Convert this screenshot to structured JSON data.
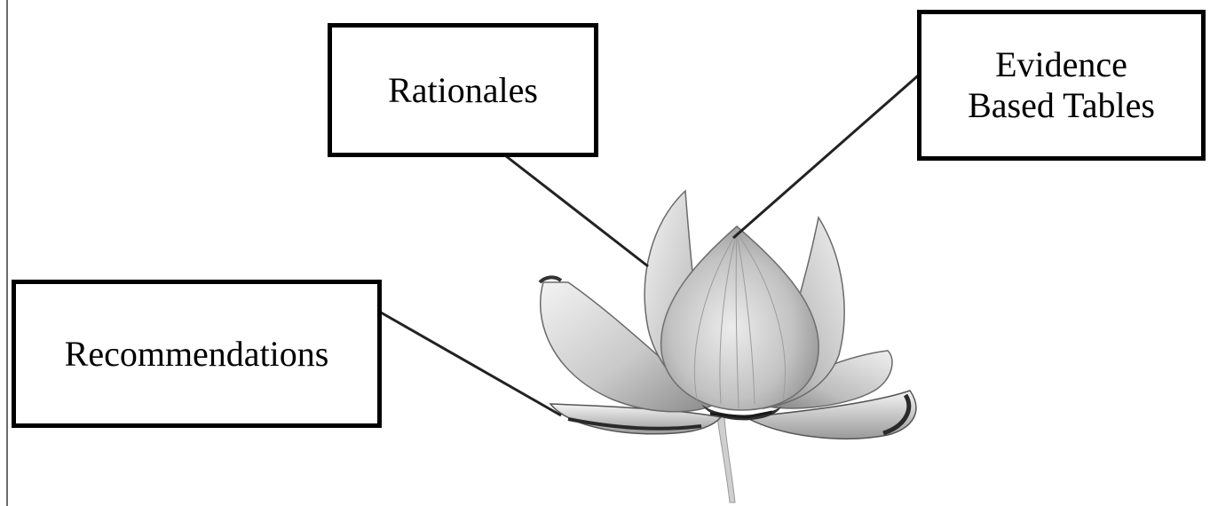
{
  "labels": {
    "rationales": "Rationales",
    "evidence_line1": "Evidence",
    "evidence_line2": "Based Tables",
    "recommendations": "Recommendations"
  },
  "image": {
    "subject": "lotus-flower",
    "palette": [
      "#2a2a2a",
      "#7a7a7a",
      "#b5b5b5",
      "#dcdcdc",
      "#f1f1f1"
    ]
  }
}
